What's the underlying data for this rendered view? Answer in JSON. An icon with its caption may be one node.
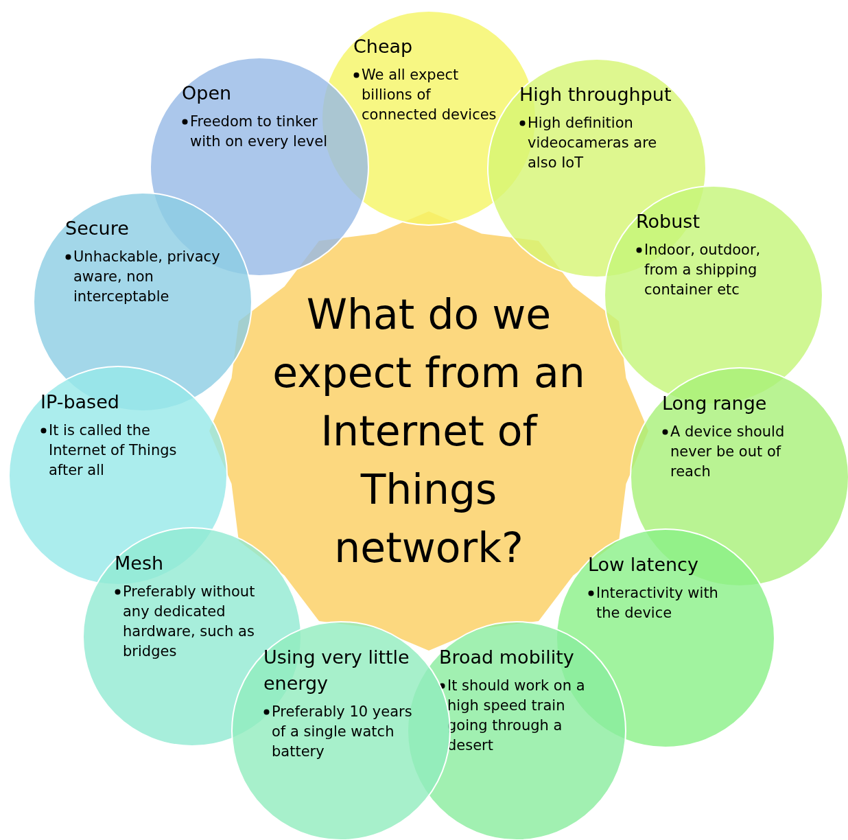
{
  "diagram": {
    "nodes": [
      {
        "text": [
          "What do we expect from an Internet of Things network?"
        ]
      },
      {
        "text": [
          "Cheap",
          "We all expect billions of connected devices"
        ]
      },
      {
        "text": [
          "High throughput",
          "High definition videocameras are also IoT"
        ]
      },
      {
        "text": [
          "Robust",
          "Indoor, outdoor, from a shipping container etc"
        ]
      },
      {
        "text": [
          "Long range",
          "A device should never be out of reach"
        ]
      },
      {
        "text": [
          "Low latency",
          "Interactivity with the device"
        ]
      },
      {
        "text": [
          "Broad mobility",
          "It should work on a high speed train going through a desert"
        ]
      },
      {
        "text": [
          "Using very little energy",
          "Preferably 10 years of a single watch battery"
        ]
      },
      {
        "text": [
          "Mesh",
          "Preferably without any dedicated hardware, such as bridges"
        ]
      },
      {
        "text": [
          "IP-based",
          "It is called the Internet of Things after all"
        ]
      },
      {
        "text": [
          "Secure",
          "Unhackable, privacy aware, non interceptable"
        ]
      },
      {
        "text": [
          "Open",
          "Freedom to tinker with on every level"
        ]
      }
    ]
  }
}
